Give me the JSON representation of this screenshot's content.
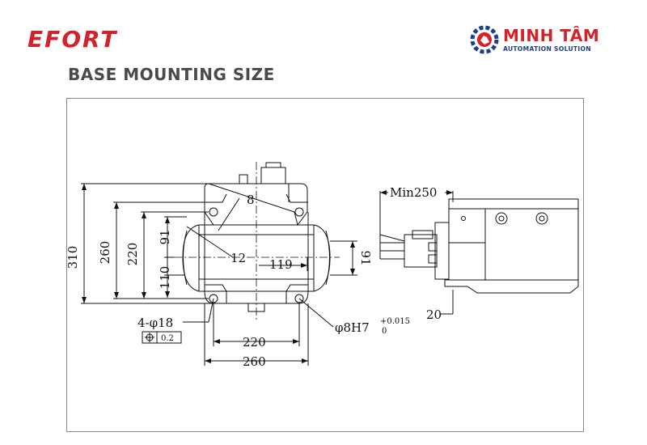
{
  "header": {
    "brand_left": "EFORT",
    "brand_right_name": "MINH TÂM",
    "brand_right_sub": "AUTOMATION SOLUTION",
    "title": "BASE MOUNTING SIZE"
  },
  "colors": {
    "efort_red": "#d2232a",
    "minhtam_red": "#d2232a",
    "minhtam_blue": "#1d3f8f",
    "title_gray": "#4a4a4a",
    "line": "#111111"
  },
  "icons": {
    "brand_logo": "gear-hand-logo-icon",
    "position_tolerance": "position-tolerance-icon"
  },
  "labels": {
    "h310": "310",
    "h260": "260",
    "h220": "220",
    "h91_left": "91",
    "h110": "110",
    "l12": "12",
    "l8": "8",
    "l119": "119",
    "h91_right": "91",
    "holes": "4-φ18",
    "tol_value": "0.2",
    "w220": "220",
    "w260": "260",
    "pin": "φ8H7",
    "pin_upper": "+0.015",
    "pin_lower": "0",
    "min250": "Min250",
    "d20": "20"
  }
}
